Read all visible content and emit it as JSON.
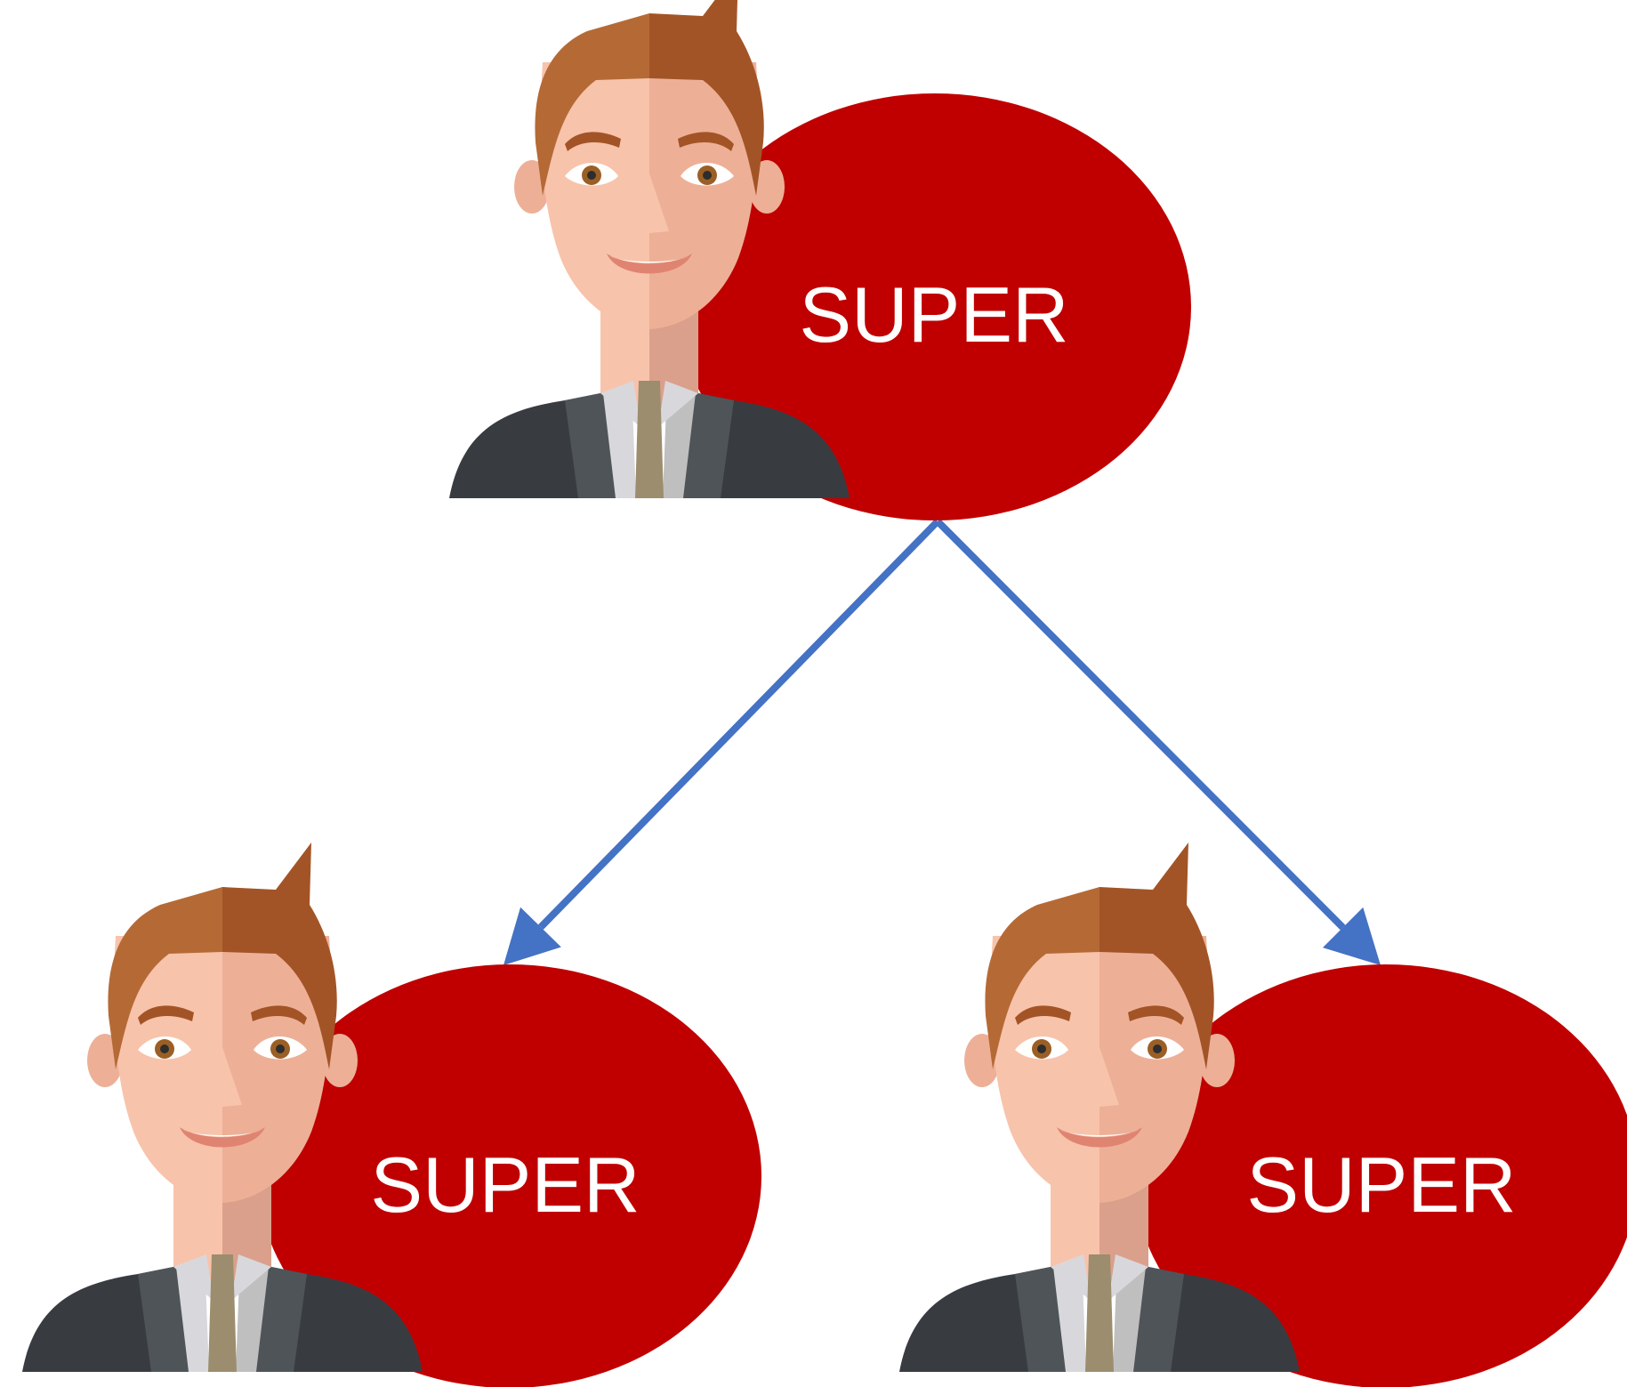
{
  "colors": {
    "background": "#ffffff",
    "bubble": "#c00000",
    "bubble_text": "#ffffff",
    "arrow": "#4472c4",
    "hair_light": "#b56a36",
    "hair_dark": "#a35426",
    "skin_light": "#f8c3ab",
    "skin_dark": "#edb097",
    "neck_shadow": "#dba08b",
    "suit_dark": "#383c41",
    "suit_mid": "#4f5459",
    "shirt": "#d8d8dc",
    "shirt_shadow": "#c0bfbf",
    "tie": "#9c8d6e",
    "eye_white": "#ffffff",
    "iris": "#9b5f26",
    "pupil": "#2d2d2d",
    "mouth": "#e08472"
  },
  "nodes": [
    {
      "id": "top",
      "label": "SUPER",
      "icon": "businessman-avatar-icon"
    },
    {
      "id": "bottom-left",
      "label": "SUPER",
      "icon": "businessman-avatar-icon"
    },
    {
      "id": "bottom-right",
      "label": "SUPER",
      "icon": "businessman-avatar-icon"
    }
  ],
  "edges": [
    {
      "from": "top",
      "to": "bottom-left"
    },
    {
      "from": "top",
      "to": "bottom-right"
    }
  ]
}
